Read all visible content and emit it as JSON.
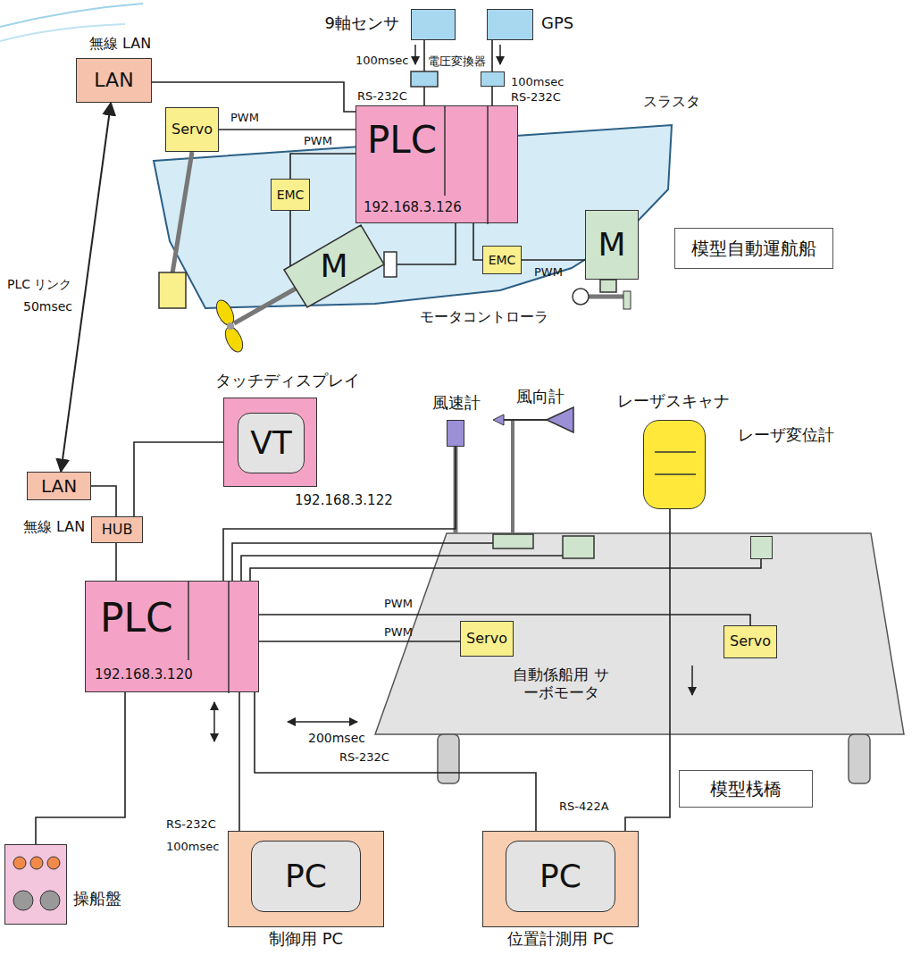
{
  "diagram": {
    "nodes": [
      {
        "text": [
          "9軸センサ"
        ]
      },
      {
        "text": [
          "GPS"
        ]
      },
      {
        "text": [
          "電圧変換器"
        ]
      },
      {
        "text": [
          "無線 LAN",
          "LAN"
        ]
      },
      {
        "text": [
          "PLC",
          "192.168.3.126"
        ]
      },
      {
        "text": [
          "Servo"
        ]
      },
      {
        "text": [
          "EMC"
        ]
      },
      {
        "text": [
          "M"
        ]
      },
      {
        "text": [
          "EMC"
        ]
      },
      {
        "text": [
          "M"
        ]
      },
      {
        "text": [
          "模型自動運航船"
        ]
      },
      {
        "text": [
          "LAN",
          "無線 LAN"
        ]
      },
      {
        "text": [
          "HUB"
        ]
      },
      {
        "text": [
          "タッチディスプレイ"
        ]
      },
      {
        "text": [
          "VT"
        ],
        "in": 13
      },
      {
        "text": [
          "PLC",
          "192.168.3.120"
        ]
      },
      {
        "text": [
          "操船盤"
        ]
      },
      {
        "text": [
          "制御用 PC"
        ]
      },
      {
        "text": [
          "PC"
        ],
        "in": 17
      },
      {
        "text": [
          "位置計測用 PC"
        ]
      },
      {
        "text": [
          "PC"
        ],
        "in": 19
      },
      {
        "text": [
          "模型桟橋"
        ]
      },
      {
        "text": [
          "風速計"
        ]
      },
      {
        "text": [
          "風向計"
        ]
      },
      {
        "text": [
          "レーザスキャナ"
        ]
      },
      {
        "text": [
          "レーザ変位計"
        ]
      },
      {
        "text": [
          "Servo"
        ]
      },
      {
        "text": [
          "Servo"
        ]
      }
    ],
    "edges": [
      {
        "from": 0,
        "to": 4,
        "arrow": "none"
      },
      {
        "from": 1,
        "to": 2,
        "arrow": "none"
      },
      {
        "from": 2,
        "to": 4,
        "arrow": "none"
      },
      {
        "from": 3,
        "to": 4,
        "arrow": "none"
      },
      {
        "from": 4,
        "to": 5,
        "arrow": "none"
      },
      {
        "from": 4,
        "to": 6,
        "arrow": "none"
      },
      {
        "from": 6,
        "to": 7,
        "arrow": "none"
      },
      {
        "from": 7,
        "to": 4,
        "arrow": "none"
      },
      {
        "from": 4,
        "to": 8,
        "arrow": "none"
      },
      {
        "from": 8,
        "to": 9,
        "arrow": "none"
      },
      {
        "from": 3,
        "to": 11,
        "arrow": "both"
      },
      {
        "from": 11,
        "to": 12,
        "arrow": "none"
      },
      {
        "from": 12,
        "to": 13,
        "arrow": "none"
      },
      {
        "from": 12,
        "to": 15,
        "arrow": "none"
      },
      {
        "from": 15,
        "to": 16,
        "arrow": "none"
      },
      {
        "from": 15,
        "to": 17,
        "arrow": "none"
      },
      {
        "from": 15,
        "to": 19,
        "arrow": "none"
      },
      {
        "from": 15,
        "to": 22,
        "arrow": "none"
      },
      {
        "from": 15,
        "to": 23,
        "arrow": "none"
      },
      {
        "from": 15,
        "to": 25,
        "arrow": "none"
      },
      {
        "from": 15,
        "to": 27,
        "arrow": "none"
      },
      {
        "from": 15,
        "to": 26,
        "arrow": "none"
      },
      {
        "from": 24,
        "to": 19,
        "arrow": "none"
      }
    ],
    "labels": [
      "100msec",
      "RS-232C",
      "100msec",
      "RS-232C",
      "PWM",
      "PWM",
      "スラスタ",
      "PWM",
      "モータコントローラ",
      "PLC リンク",
      "50msec",
      "192.168.3.122",
      "PWM",
      "PWM",
      "自動係船用 サーボモータ",
      "200msec",
      "RS-232C",
      "RS-232C",
      "100msec",
      "RS-422A"
    ]
  }
}
